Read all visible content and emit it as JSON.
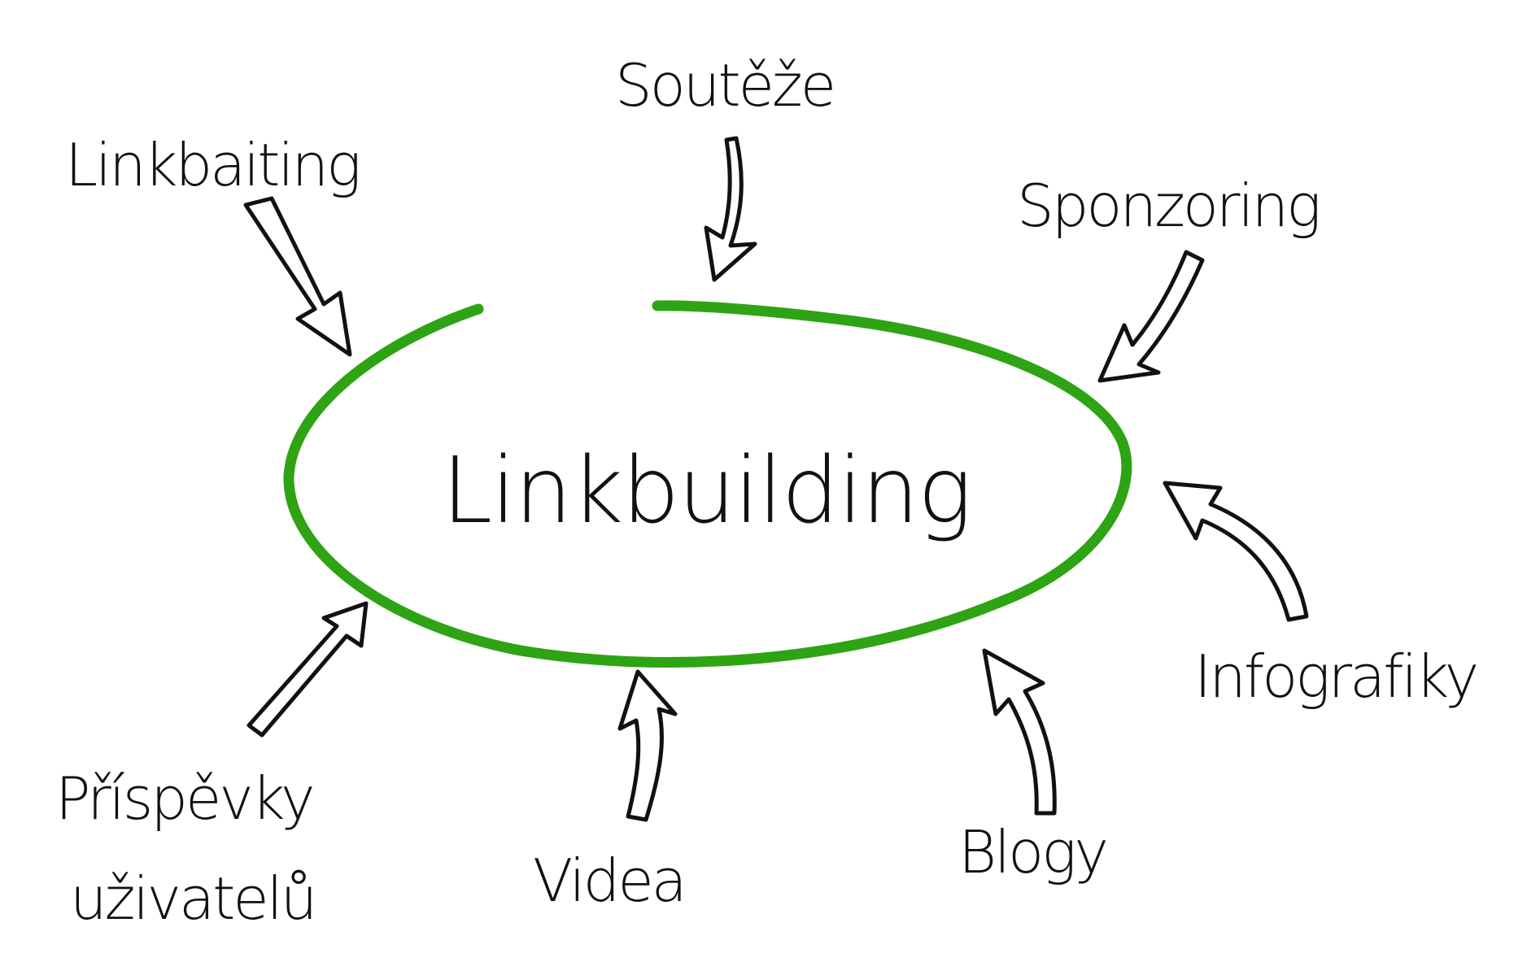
{
  "center": {
    "label": "Linkbuilding",
    "ellipse_color": "#2ea314"
  },
  "nodes": [
    {
      "id": "linkbaiting",
      "label": "Linkbaiting"
    },
    {
      "id": "souteze",
      "label": "Soutěže"
    },
    {
      "id": "sponzoring",
      "label": "Sponzoring"
    },
    {
      "id": "infografiky",
      "label": "Infografiky"
    },
    {
      "id": "blogy",
      "label": "Blogy"
    },
    {
      "id": "videa",
      "label": "Videa"
    },
    {
      "id": "prispevky",
      "label_line1": "Příspěvky",
      "label_line2": "uživatelů"
    }
  ],
  "colors": {
    "text": "#111111",
    "arrow_stroke": "#111111",
    "arrow_fill": "#ffffff",
    "background": "#ffffff"
  }
}
